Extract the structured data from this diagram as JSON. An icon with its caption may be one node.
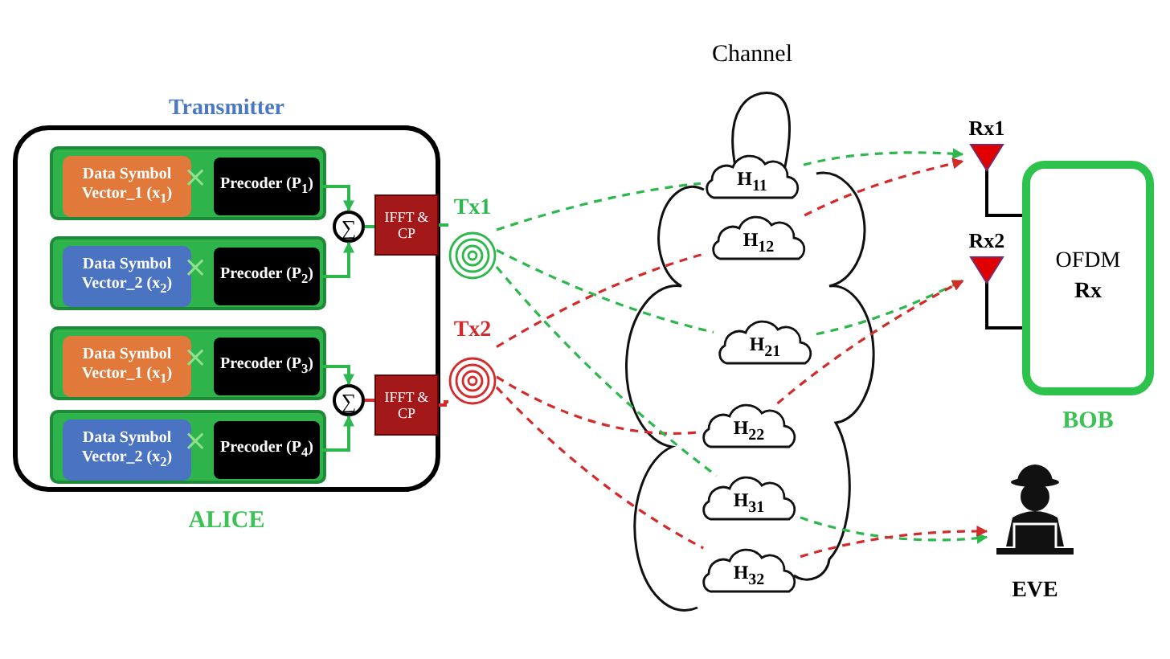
{
  "diagram": {
    "nodes": [
      {
        "text": [
          "Transmitter"
        ],
        "beside": [
          "ALICE"
        ]
      },
      {
        "text": [],
        "shape": "box",
        "in": 0
      },
      {
        "text": [
          "Data Symbol Vector_1 (x$_{1}$)"
        ],
        "in": 1
      },
      {
        "text": [
          "Precoder (P$_{1}$)"
        ],
        "in": 1
      },
      {
        "text": [],
        "shape": "box",
        "in": 0
      },
      {
        "text": [
          "Data Symbol Vector_2 (x$_{2}$)"
        ],
        "in": 4
      },
      {
        "text": [
          "Precoder (P$_{2}$)"
        ],
        "in": 4
      },
      {
        "text": [],
        "shape": "box",
        "in": 0
      },
      {
        "text": [
          "Data Symbol Vector_1 (x$_{1}$)"
        ],
        "in": 7
      },
      {
        "text": [
          "Precoder (P$_{3}$)"
        ],
        "in": 7
      },
      {
        "text": [],
        "shape": "box",
        "in": 0
      },
      {
        "text": [
          "Data Symbol Vector_2 (x$_{2}$)"
        ],
        "in": 10
      },
      {
        "text": [
          "Precoder (P$_{4}$)"
        ],
        "in": 10
      },
      {
        "text": [
          "∑"
        ],
        "in": 0
      },
      {
        "text": [
          "∑"
        ],
        "in": 0
      },
      {
        "text": [
          "IFFT & CP"
        ],
        "in": 0
      },
      {
        "text": [
          "IFFT & CP"
        ],
        "in": 0
      },
      {
        "text": [
          "Tx1"
        ]
      },
      {
        "text": [
          "Tx2"
        ]
      },
      {
        "text": [
          "Channel"
        ]
      },
      {
        "text": [
          "H$_{11}$"
        ],
        "in": 19
      },
      {
        "text": [
          "H$_{12}$"
        ],
        "in": 19
      },
      {
        "text": [
          "H$_{21}$"
        ],
        "in": 19
      },
      {
        "text": [
          "H$_{22}$"
        ],
        "in": 19
      },
      {
        "text": [
          "H$_{31}$"
        ],
        "in": 19
      },
      {
        "text": [
          "H$_{32}$"
        ],
        "in": 19
      },
      {
        "text": [
          "Rx1"
        ]
      },
      {
        "text": [
          "Rx2"
        ]
      },
      {
        "text": [
          "OFDM **Rx**"
        ],
        "beside": [
          "BOB"
        ]
      },
      {
        "text": [
          "EVE"
        ]
      }
    ],
    "edges": [
      {
        "from": 3,
        "to": 13,
        "arrow": "to"
      },
      {
        "from": 6,
        "to": 13,
        "arrow": "to"
      },
      {
        "from": 9,
        "to": 14,
        "arrow": "to"
      },
      {
        "from": 12,
        "to": 14,
        "arrow": "to"
      },
      {
        "from": 13,
        "to": 15,
        "arrow": "none"
      },
      {
        "from": 14,
        "to": 16,
        "arrow": "none",
        "color": "#d42a2a"
      },
      {
        "from": 15,
        "to": 17,
        "arrow": "none"
      },
      {
        "from": 16,
        "to": 18,
        "arrow": "none",
        "color": "#d42a2a"
      },
      {
        "from": 17,
        "to": 20,
        "arrow": "none",
        "style": "dashed"
      },
      {
        "from": 20,
        "to": 26,
        "arrow": "to",
        "style": "dashed"
      },
      {
        "from": 18,
        "to": 21,
        "arrow": "none",
        "style": "dashed",
        "color": "#d42a2a"
      },
      {
        "from": 21,
        "to": 26,
        "arrow": "to",
        "style": "dashed",
        "color": "#d42a2a"
      },
      {
        "from": 17,
        "to": 22,
        "arrow": "none",
        "style": "dashed"
      },
      {
        "from": 22,
        "to": 27,
        "arrow": "to",
        "style": "dashed"
      },
      {
        "from": 18,
        "to": 23,
        "arrow": "none",
        "style": "dashed",
        "color": "#d42a2a"
      },
      {
        "from": 23,
        "to": 27,
        "arrow": "to",
        "style": "dashed",
        "color": "#d42a2a"
      },
      {
        "from": 17,
        "to": 24,
        "arrow": "none",
        "style": "dashed"
      },
      {
        "from": 24,
        "to": 29,
        "arrow": "to",
        "style": "dashed"
      },
      {
        "from": 18,
        "to": 25,
        "arrow": "none",
        "style": "dashed",
        "color": "#d42a2a"
      },
      {
        "from": 25,
        "to": 29,
        "arrow": "to",
        "style": "dashed",
        "color": "#d42a2a"
      },
      {
        "from": 26,
        "to": 28,
        "arrow": "none",
        "color": "#000000"
      },
      {
        "from": 27,
        "to": 28,
        "arrow": "none",
        "color": "#000000"
      }
    ],
    "labels": [
      "×",
      "×",
      "×",
      "×"
    ]
  }
}
